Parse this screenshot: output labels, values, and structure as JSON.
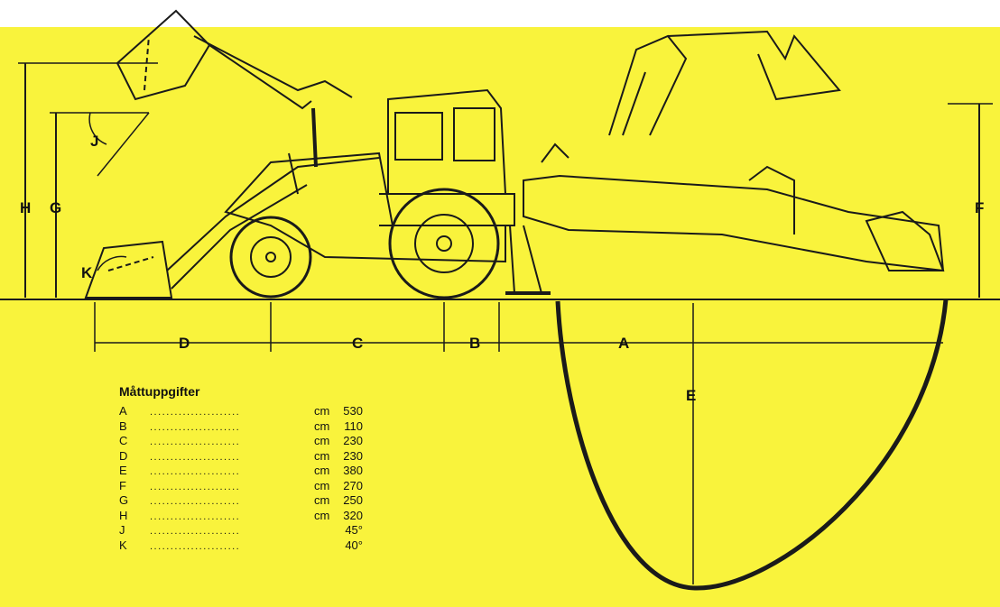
{
  "colors": {
    "background_yellow": "#f9f33c",
    "line": "#1a1a1a"
  },
  "dimension_labels": {
    "A": "A",
    "B": "B",
    "C": "C",
    "D": "D",
    "E": "E",
    "F": "F",
    "G": "G",
    "H": "H",
    "J": "J",
    "K": "K"
  },
  "specs": {
    "title": "Måttuppgifter",
    "dots": "......................",
    "rows": [
      {
        "key": "A",
        "unit": "cm",
        "value": "530"
      },
      {
        "key": "B",
        "unit": "cm",
        "value": "110"
      },
      {
        "key": "C",
        "unit": "cm",
        "value": "230"
      },
      {
        "key": "D",
        "unit": "cm",
        "value": "230"
      },
      {
        "key": "E",
        "unit": "cm",
        "value": "380"
      },
      {
        "key": "F",
        "unit": "cm",
        "value": "270"
      },
      {
        "key": "G",
        "unit": "cm",
        "value": "250"
      },
      {
        "key": "H",
        "unit": "cm",
        "value": "320"
      },
      {
        "key": "J",
        "unit": "",
        "value": "45°"
      },
      {
        "key": "K",
        "unit": "",
        "value": "40°"
      }
    ]
  }
}
